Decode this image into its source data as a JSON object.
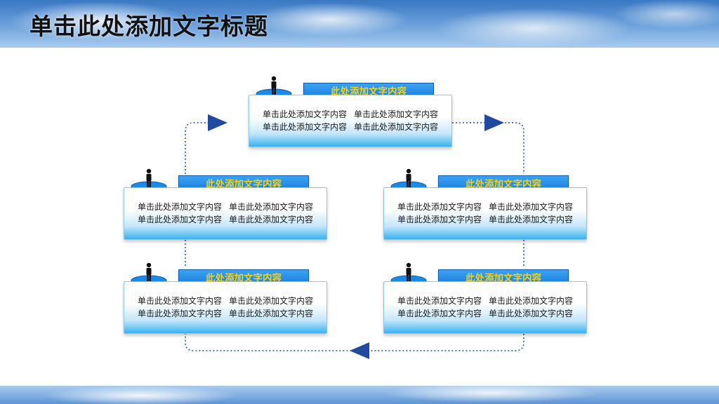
{
  "slide": {
    "title": "单击此处添加文字标题"
  },
  "blocks": [
    {
      "heading": "此处添加文字内容",
      "rows": [
        [
          "单击此处添加文字内容",
          "单击此处添加文字内容"
        ],
        [
          "单击此处添加文字内容",
          "单击此处添加文字内容"
        ]
      ]
    },
    {
      "heading": "此处添加文字内容",
      "rows": [
        [
          "单击此处添加文字内容",
          "单击此处添加文字内容"
        ],
        [
          "单击此处添加文字内容",
          "单击此处添加文字内容"
        ]
      ]
    },
    {
      "heading": "此处添加文字内容",
      "rows": [
        [
          "单击此处添加文字内容",
          "单击此处添加文字内容"
        ],
        [
          "单击此处添加文字内容",
          "单击此处添加文字内容"
        ]
      ]
    },
    {
      "heading": "此处添加文字内容",
      "rows": [
        [
          "单击此处添加文字内容",
          "单击此处添加文字内容"
        ],
        [
          "单击此处添加文字内容",
          "单击此处添加文字内容"
        ]
      ]
    },
    {
      "heading": "此处添加文字内容",
      "rows": [
        [
          "单击此处添加文字内容",
          "单击此处添加文字内容"
        ],
        [
          "单击此处添加文字内容",
          "单击此处添加文字内容"
        ]
      ]
    }
  ],
  "icons": {
    "person": "person-icon",
    "bowl": "bowl-icon",
    "arrow": "arrow-icon"
  },
  "colors": {
    "header_fill": "#1c86e3",
    "header_text": "#ffd200",
    "box_gradient_bottom": "#39b2ee",
    "connector": "#1f4fa3"
  }
}
